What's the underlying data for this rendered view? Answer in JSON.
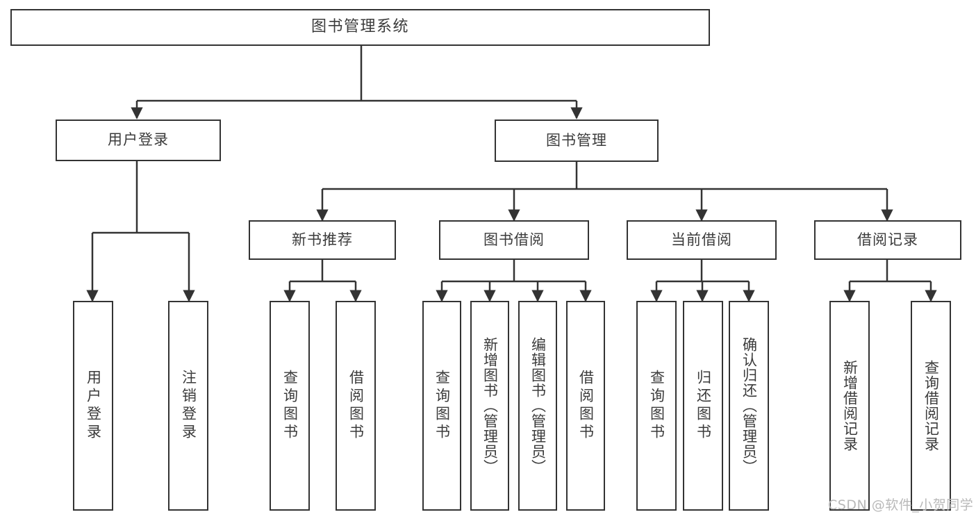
{
  "diagram": {
    "title": "图书管理系统",
    "watermark": "CSDN @软件_小贺同学",
    "colors": {
      "stroke": "#333333",
      "text": "#3b3b3b",
      "background": "#ffffff",
      "watermark": "#b9b9b9"
    },
    "root": {
      "label": "图书管理系统"
    },
    "level1": [
      {
        "label": "用户登录"
      },
      {
        "label": "图书管理"
      }
    ],
    "level2": [
      {
        "label": "新书推荐"
      },
      {
        "label": "图书借阅"
      },
      {
        "label": "当前借阅"
      },
      {
        "label": "借阅记录"
      }
    ],
    "leaves": {
      "user_login": [
        {
          "label": "用户登录"
        },
        {
          "label": "注销登录"
        }
      ],
      "new_book_recommend": [
        {
          "label": "查询图书"
        },
        {
          "label": "借阅图书"
        }
      ],
      "book_borrow": [
        {
          "label": "查询图书"
        },
        {
          "label": "新增图书（管理员）"
        },
        {
          "label": "编辑图书（管理员）"
        },
        {
          "label": "借阅图书"
        }
      ],
      "current_borrow": [
        {
          "label": "查询图书"
        },
        {
          "label": "归还图书"
        },
        {
          "label": "确认归还（管理员）"
        }
      ],
      "borrow_record": [
        {
          "label": "新增借阅记录"
        },
        {
          "label": "查询借阅记录"
        }
      ]
    }
  }
}
